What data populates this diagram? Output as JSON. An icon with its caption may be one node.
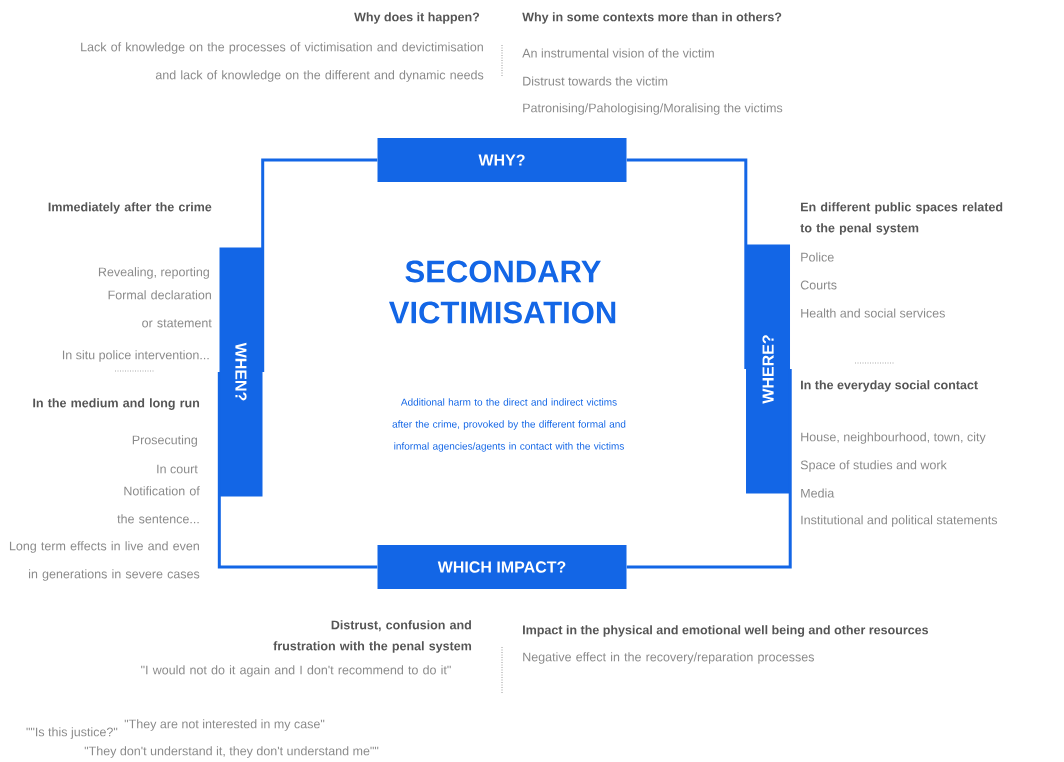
{
  "diagram": {
    "title": "SECONDARY VICTIMISATION",
    "nodes": [
      {
        "text": [
          "WHY?"
        ]
      },
      {
        "text": [
          "WHEN?"
        ]
      },
      {
        "text": [
          "WHERE?"
        ]
      },
      {
        "text": [
          "WHICH IMPACT?"
        ]
      }
    ],
    "edges": [
      {
        "from": 0,
        "to": 1,
        "arrow": "none"
      },
      {
        "from": 0,
        "to": 2,
        "arrow": "none"
      },
      {
        "from": 1,
        "to": 3,
        "arrow": "none"
      },
      {
        "from": 2,
        "to": 3,
        "arrow": "none"
      }
    ],
    "labels": [
      "Why does it happen?",
      "Lack of knowledge on the processes of victimisation and devictimisation and lack of knowledge on the different and dynamic needs",
      "Why in some contexts more than in others?",
      "An instrumental vision of the victim",
      "Distrust towards the victim",
      "Patronising/Pahologising/Moralising the victims",
      "Immediately after the crime",
      "Revealing, reporting",
      "Formal declaration or statement",
      "In situ police intervention...",
      "In the medium and long run",
      "Prosecuting",
      "In court",
      "Notification of the sentence...",
      "Long term effects in live and even in generations in severe cases",
      "Additional harm to the direct and indirect victims after the crime, provoked by the different formal and informal agencies/agents in contact with the victims",
      "En different public spaces related to the penal system",
      "Police",
      "Courts",
      "Health and social services",
      "In the everyday social contact",
      "House, neighbourhood, town, city",
      "Space of studies and work",
      "Media",
      "Institutional and political statements",
      "Distrust, confusion and frustration with the penal system",
      "\"I would not do it again and I don't recommend to do it\"",
      "\"\"Is this justice?\"",
      "\"They are not interested in my case\"",
      "\"They don't understand it, they don't understand me\"\"",
      "Impact in the physical and emotional well being and other resources",
      "Negative effect in the recovery/reparation processes"
    ]
  }
}
